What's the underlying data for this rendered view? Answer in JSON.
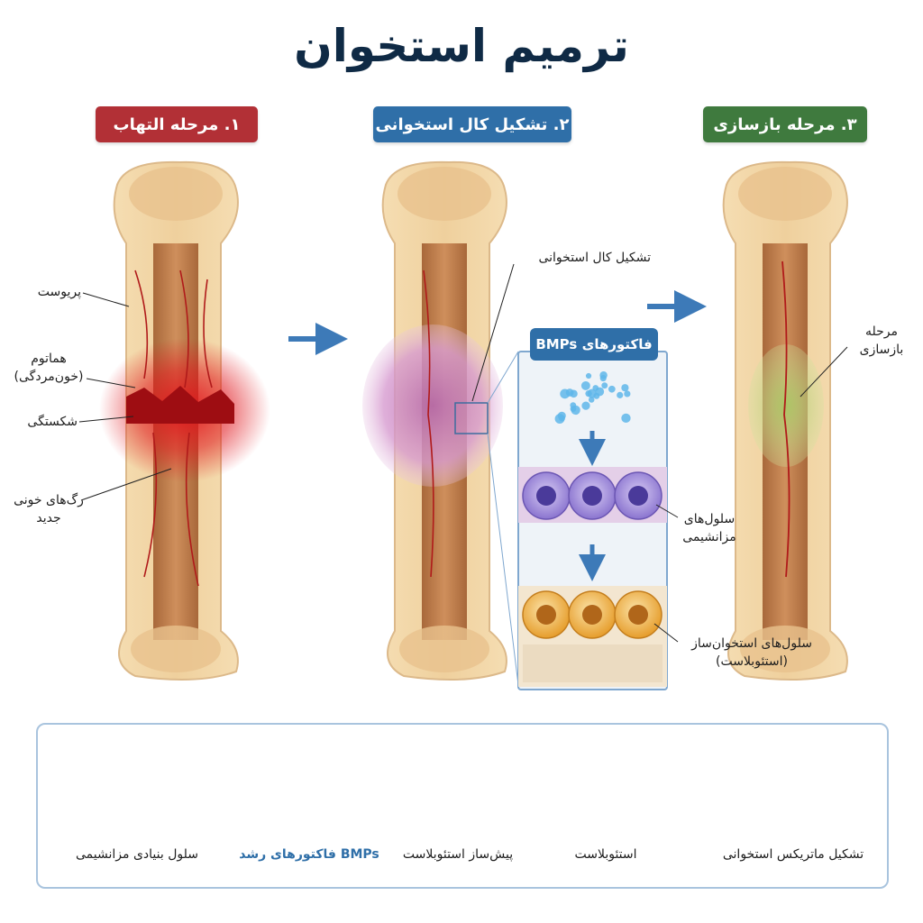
{
  "title": "ترمیم استخوان",
  "stages": [
    {
      "label": "۱. مرحله التهاب",
      "color": "#b23036"
    },
    {
      "label": "۲. تشکیل کال استخوانی",
      "color": "#2f6fa8"
    },
    {
      "label": "۳. مرحله بازسازی",
      "color": "#3f7a3e"
    }
  ],
  "stage1_labels": {
    "periosteum": "پریوست",
    "hematoma_line1": "هماتوم",
    "hematoma_line2": "(خون‌مردگی)",
    "fracture": "شکستگی",
    "vessels_line1": "رگ‌های خونی",
    "vessels_line2": "جدید"
  },
  "stage2_labels": {
    "callus": "تشکیل کال استخوانی",
    "bmps": "فاکتورهای BMPs",
    "mesenchymal_line1": "سلول‌های",
    "mesenchymal_line2": "مزانشیمی",
    "osteoblast_line1": "سلول‌های استخوان‌ساز",
    "osteoblast_line2": "(استئوبلاست)"
  },
  "stage3_labels": {
    "remodel_line1": "مرحله",
    "remodel_line2": "بازسازی"
  },
  "process_steps": [
    "سلول بنیادی مزانشیمی",
    "BMPs فاکتورهای رشد",
    "پیش‌ساز استئوبلاست",
    "استئوبلاست",
    "تشکیل ماتریکس استخوانی"
  ],
  "colors": {
    "title": "#0f2a45",
    "arrow": "#3d7ab8",
    "bone": "#f1d4a3",
    "marrow": "#c98a58",
    "inflammation": "#e0141b",
    "callus": "#c07ab8",
    "remodel": "#b5cf7a",
    "stem_cell": "#9a86d8",
    "osteoblast": "#f1b24a",
    "bmp_dots": "#5fb6ea"
  }
}
